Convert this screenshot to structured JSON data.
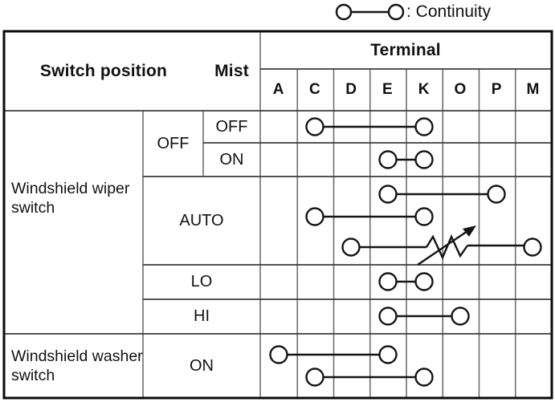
{
  "legend": {
    "label": ": Continuity"
  },
  "table": {
    "headers": {
      "switch_position": "Switch position",
      "mist": "Mist",
      "terminal": "Terminal"
    },
    "terminals": [
      "A",
      "C",
      "D",
      "E",
      "K",
      "O",
      "P",
      "M"
    ],
    "sections": [
      {
        "label": "Windshield wiper switch",
        "positions": [
          {
            "label": "OFF",
            "mist": [
              {
                "label": "OFF"
              },
              {
                "label": "ON"
              }
            ]
          },
          {
            "label": "AUTO"
          },
          {
            "label": "LO"
          },
          {
            "label": "HI"
          }
        ]
      },
      {
        "label": "Windshield washer switch",
        "positions": [
          {
            "label": "ON"
          }
        ]
      }
    ]
  },
  "connections": [
    {
      "row": "wiper-off-mist-off",
      "from": "C",
      "to": "K"
    },
    {
      "row": "wiper-off-mist-on",
      "from": "E",
      "to": "K"
    },
    {
      "row": "wiper-auto-1",
      "from": "E",
      "to": "P"
    },
    {
      "row": "wiper-auto-2",
      "from": "C",
      "to": "K"
    },
    {
      "row": "wiper-auto-3",
      "from": "D",
      "to": "M",
      "variable_resistor": true
    },
    {
      "row": "wiper-lo",
      "from": "E",
      "to": "K"
    },
    {
      "row": "wiper-hi",
      "from": "E",
      "to": "O"
    },
    {
      "row": "washer-on-1",
      "from": "A",
      "to": "E"
    },
    {
      "row": "washer-on-2",
      "from": "C",
      "to": "K"
    }
  ],
  "colors": {
    "ink": "#141414",
    "grid": "#6e6e6e",
    "rule": "#3c3c3c"
  }
}
